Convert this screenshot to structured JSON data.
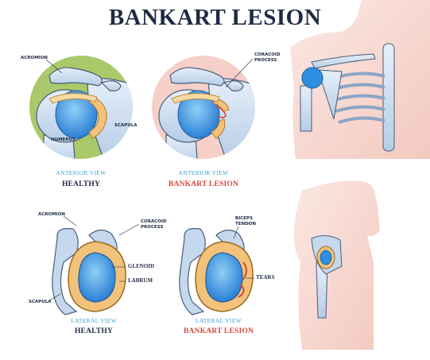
{
  "title": "BANKART LESION",
  "panels": {
    "anterior_healthy": {
      "view": "ANTERIOR VIEW",
      "caption": "HEALTHY",
      "labels": {
        "acromion": "ACROMION",
        "humerus": "HUMERUS",
        "scapula": "SCAPULA"
      }
    },
    "anterior_lesion": {
      "view": "ANTERIOR VIEW",
      "caption": "BANKART LESION",
      "labels": {
        "coracoid_line1": "CORACOID",
        "coracoid_line2": "PROCESS"
      }
    },
    "lateral_healthy": {
      "view": "LATERAL VIEW",
      "caption": "HEALTHY",
      "labels": {
        "acromion": "ACROMION",
        "coracoid_line1": "CORACOID",
        "coracoid_line2": "PROCESS",
        "glenoid": "GLENOID",
        "labrum": "LABRUM",
        "scapula": "SCAPULA"
      }
    },
    "lateral_lesion": {
      "view": "LATERAL VIEW",
      "caption": "BANKART LESION",
      "labels": {
        "biceps_line1": "BICEPS",
        "biceps_line2": "TENDON",
        "tears": "TEARS"
      }
    }
  },
  "colors": {
    "title": "#1f2a44",
    "view_label": "#3b9ed4",
    "healthy": "#1f2a44",
    "lesion": "#d9453b",
    "healthy_bg": "#a9c96a",
    "lesion_bg": "#f6d0c8",
    "bone": "#cfe0f2",
    "cartilage": "#2f8ee0",
    "labrum": "#f2c27a",
    "skin": "#f8ddd6"
  }
}
